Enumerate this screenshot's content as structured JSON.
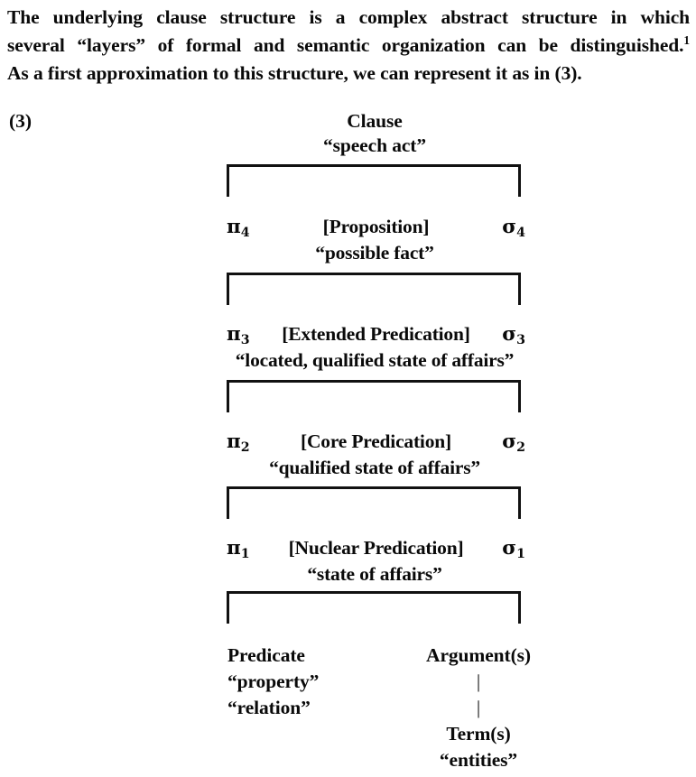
{
  "page": {
    "background": "#ffffff",
    "ink": "#0a0a0a"
  },
  "intro": {
    "line1": "The underlying clause structure is a complex abstract structure in which",
    "line2_before_marker": "several “layers” of formal and semantic organization can be distinguished.",
    "footnote_marker": "1",
    "line3": "As a first approximation to this structure, we can represent it as in (3)."
  },
  "example": {
    "number": "(3)",
    "title": "Clause",
    "title_gloss": "“speech act”"
  },
  "layers": [
    {
      "pi": "π",
      "pi_index": "4",
      "label": "[Proposition]",
      "sigma": "σ",
      "sigma_index": "4",
      "gloss": "“possible fact”"
    },
    {
      "pi": "π",
      "pi_index": "3",
      "label": "[Extended Predication]",
      "sigma": "σ",
      "sigma_index": "3",
      "gloss": "“located, qualified state of affairs”"
    },
    {
      "pi": "π",
      "pi_index": "2",
      "label": "[Core Predication]",
      "sigma": "σ",
      "sigma_index": "2",
      "gloss": "“qualified state of affairs”"
    },
    {
      "pi": "π",
      "pi_index": "1",
      "label": "[Nuclear Predication]",
      "sigma": "σ",
      "sigma_index": "1",
      "gloss": "“state of affairs”"
    }
  ],
  "bottom": {
    "predicate": {
      "label": "Predicate",
      "gloss1": "“property”",
      "gloss2": "“relation”"
    },
    "argument": {
      "label": "Argument(s)",
      "connector": "|",
      "term_label": "Term(s)",
      "term_gloss": "“entities”"
    }
  }
}
